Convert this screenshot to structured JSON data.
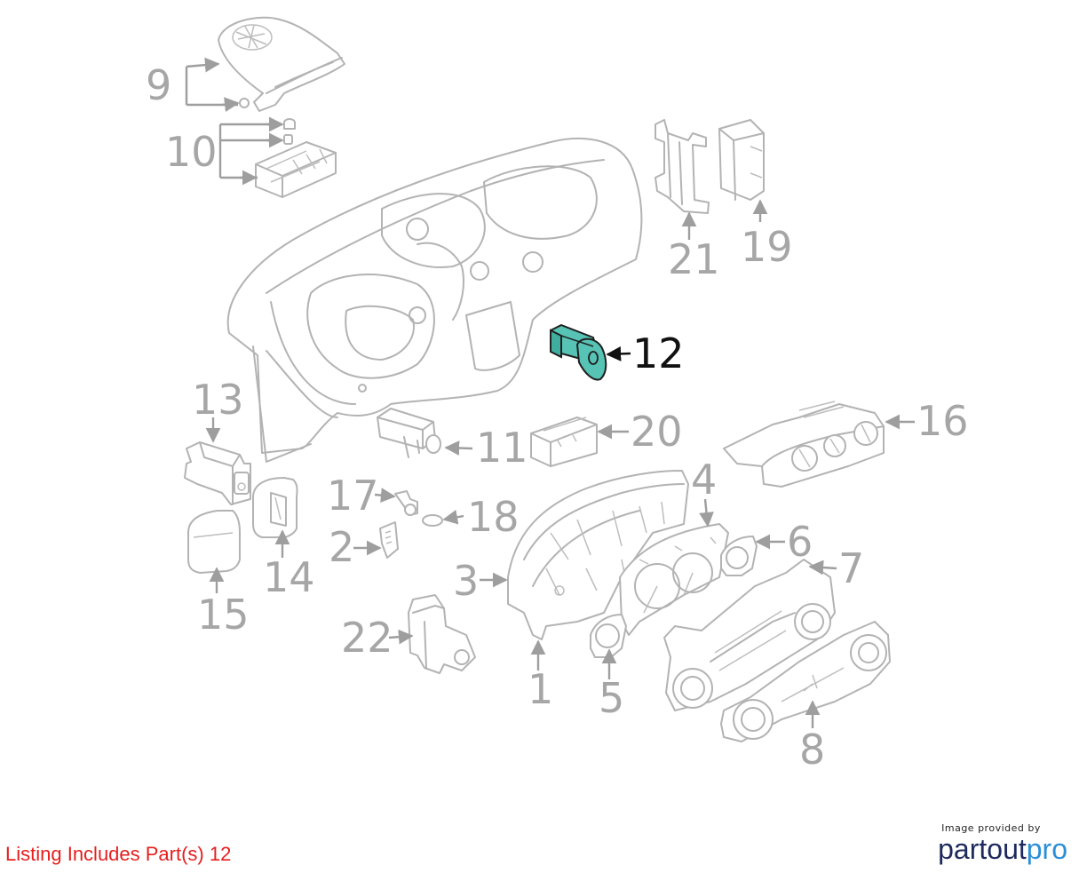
{
  "caption": {
    "prefix": "Listing Includes Part(s)",
    "parts": "12"
  },
  "credit": {
    "pre": "Image provided by",
    "brand_a": "partout",
    "brand_b": "pro"
  },
  "highlight_color": "#57c3b5",
  "callouts": {
    "c1": "1",
    "c2": "2",
    "c3": "3",
    "c4": "4",
    "c5": "5",
    "c6": "6",
    "c7": "7",
    "c8": "8",
    "c9": "9",
    "c10": "10",
    "c11": "11",
    "c12": "12",
    "c13": "13",
    "c14": "14",
    "c15": "15",
    "c16": "16",
    "c17": "17",
    "c18": "18",
    "c19": "19",
    "c20": "20",
    "c21": "21",
    "c22": "22"
  }
}
